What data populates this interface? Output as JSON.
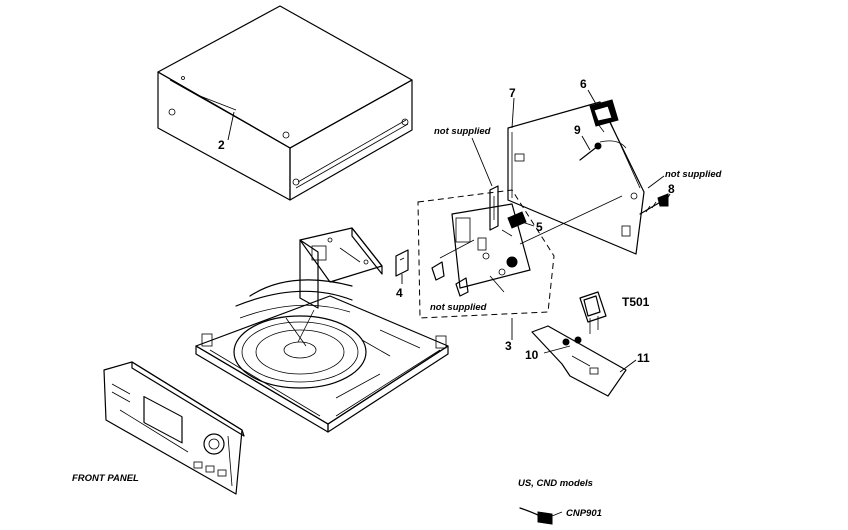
{
  "labels": {
    "part2": "2",
    "part3": "3",
    "part4": "4",
    "part5": "5",
    "part6": "6",
    "part7": "7",
    "part8": "8",
    "part9": "9",
    "part10": "10",
    "part11": "11",
    "t501": "T501",
    "not_supplied_top": "not supplied",
    "not_supplied_right": "not supplied",
    "not_supplied_board": "not supplied",
    "front_panel": "FRONT PANEL",
    "us_cnd_models": "US, CND models",
    "cnp901": "CNP901"
  }
}
